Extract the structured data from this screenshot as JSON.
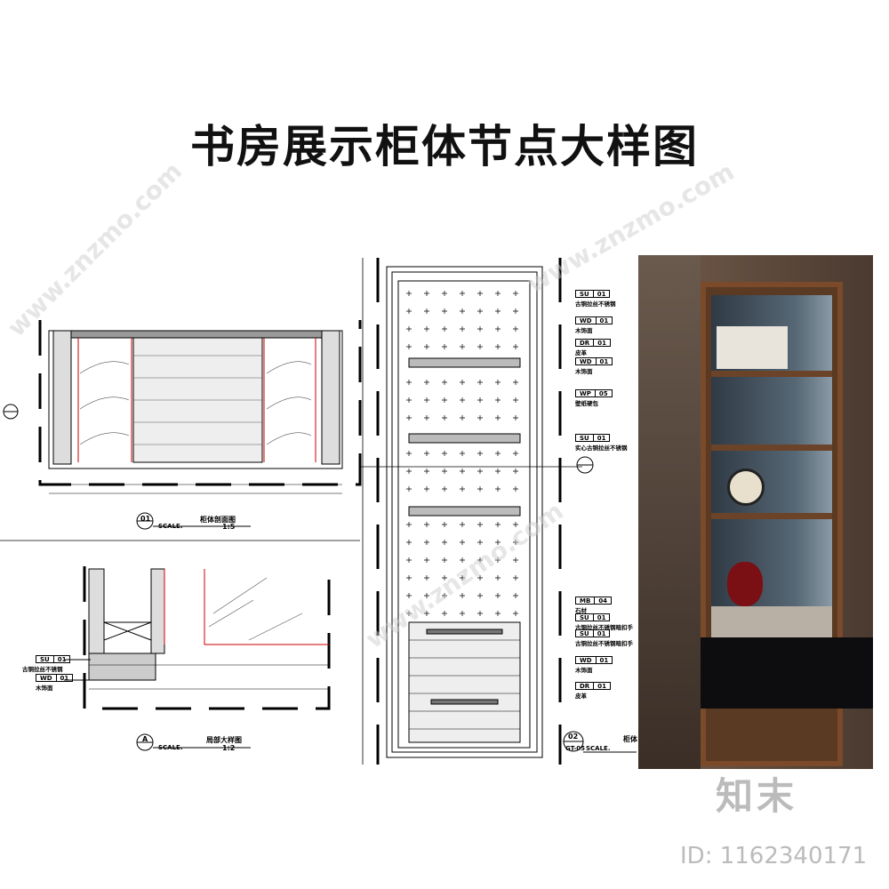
{
  "title": "书房展示柜体节点大样图",
  "section_01": {
    "number": "01",
    "sub": "-",
    "name": "柜体剖面图",
    "scale_label": "SCALE.",
    "scale": "1:5"
  },
  "section_a": {
    "number": "A",
    "sub": "-",
    "name": "局部大样图",
    "scale_label": "SCALE.",
    "scale": "1:2",
    "tags": [
      {
        "code": "SU",
        "num": "01",
        "desc": "古铜拉丝不锈钢"
      },
      {
        "code": "WD",
        "num": "01",
        "desc": "木饰面"
      }
    ]
  },
  "section_02": {
    "number": "02",
    "sub": "GT-05",
    "scale_label": "SCALE.",
    "name": "柜体"
  },
  "elevation_tags": [
    {
      "code": "SU",
      "num": "01",
      "desc": "古铜拉丝不锈钢"
    },
    {
      "code": "WD",
      "num": "01",
      "desc": "木饰面"
    },
    {
      "code": "DR",
      "num": "01",
      "desc": "皮革"
    },
    {
      "code": "WD",
      "num": "01",
      "desc": "木饰面"
    },
    {
      "code": "WP",
      "num": "05",
      "desc": "壁纸硬包"
    },
    {
      "code": "SU",
      "num": "01",
      "desc": "实心古铜拉丝不锈钢"
    },
    {
      "code": "MB",
      "num": "04",
      "desc": "石材"
    },
    {
      "code": "SU",
      "num": "01",
      "desc": "古铜拉丝不锈钢暗扣手"
    },
    {
      "code": "SU",
      "num": "01",
      "desc": "古铜拉丝不锈钢暗扣手"
    },
    {
      "code": "WD",
      "num": "01",
      "desc": "木饰面"
    },
    {
      "code": "DR",
      "num": "01",
      "desc": "皮革"
    }
  ],
  "watermark": {
    "logo": "知末",
    "id": "ID: 1162340171",
    "url": "www.znzmo.com"
  }
}
